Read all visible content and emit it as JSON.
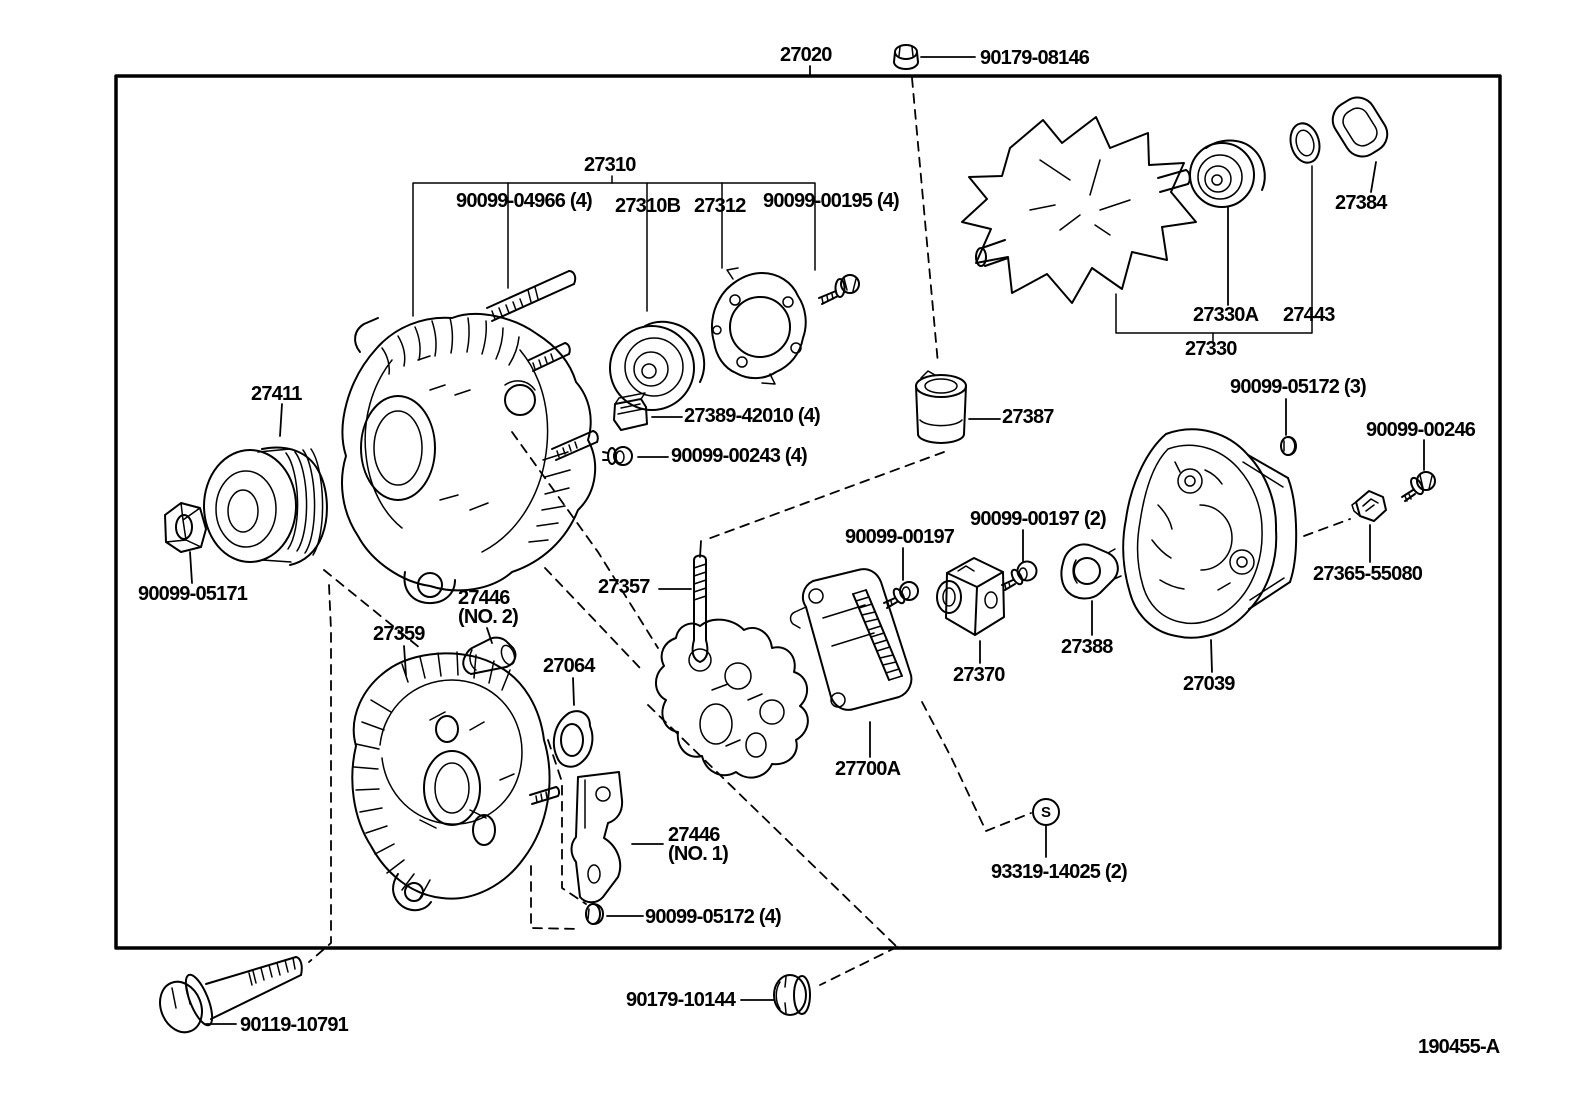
{
  "meta": {
    "type": "exploded-parts-diagram",
    "subject": "alternator assembly",
    "background_color": "#ffffff",
    "line_color": "#000000"
  },
  "figure": {
    "code": "190455-A"
  },
  "labels": {
    "p27020": "27020",
    "p90179_08146": "90179-08146",
    "p27310": "27310",
    "p90099_04966": "90099-04966 (4)",
    "p27310b": "27310B",
    "p27312": "27312",
    "p90099_00195": "90099-00195 (4)",
    "p27384": "27384",
    "p27330a": "27330A",
    "p27443": "27443",
    "p27330": "27330",
    "p90099_05172_3": "90099-05172 (3)",
    "p90099_00246": "90099-00246",
    "p27365_55080": "27365-55080",
    "p27039": "27039",
    "p27387": "27387",
    "p27389_42010": "27389-42010 (4)",
    "p90099_00243": "90099-00243 (4)",
    "p27411": "27411",
    "p90099_05171": "90099-05171",
    "p27359": "27359",
    "p27446_no2_l1": "27446",
    "p27446_no2_l2": "(NO. 2)",
    "p27064": "27064",
    "p27357": "27357",
    "p90099_00197": "90099-00197",
    "p90099_00197_2": "90099-00197 (2)",
    "p27370": "27370",
    "p27388": "27388",
    "p27700a": "27700A",
    "p27446_no1_l1": "27446",
    "p27446_no1_l2": "(NO. 1)",
    "p93319_14025": "93319-14025 (2)",
    "p90099_05172_4": "90099-05172 (4)",
    "p90179_10144": "90179-10144",
    "p90119_10791": "90119-10791",
    "s_marker": "S"
  }
}
